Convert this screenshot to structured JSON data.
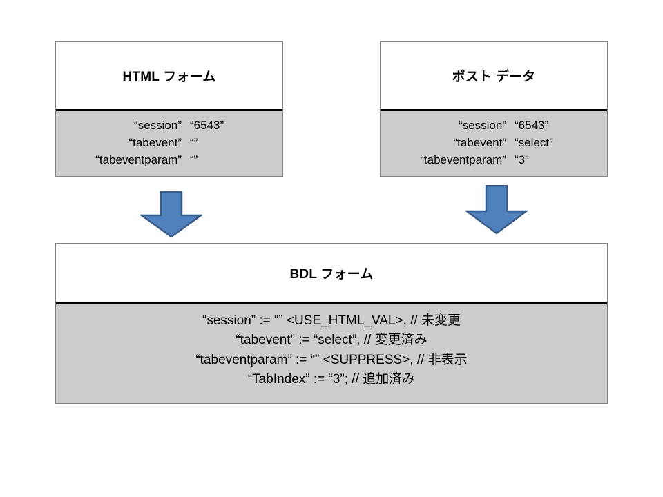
{
  "diagram": {
    "title": "HTML form / post data to BDL form mapping",
    "colors": {
      "box_border": "#808080",
      "box_body_fill": "#CCCCCC",
      "divider": "#000000",
      "arrow_fill": "#4F81BD",
      "arrow_stroke": "#385D8A",
      "text": "#000000",
      "background": "#FFFFFF"
    }
  },
  "html_form_box": {
    "header": "HTML フォーム",
    "rows": [
      {
        "name": "“session”",
        "value": "“6543”"
      },
      {
        "name": "“tabevent”",
        "value": "“”"
      },
      {
        "name": "“tabeventparam”",
        "value": "“”"
      }
    ]
  },
  "post_data_box": {
    "header": "ポスト データ",
    "rows": [
      {
        "name": "“session”",
        "value": "“6543”"
      },
      {
        "name": "“tabevent”",
        "value": "“select”"
      },
      {
        "name": "“tabeventparam”",
        "value": "“3”"
      }
    ]
  },
  "bdl_form_box": {
    "header": "BDL フォーム",
    "statements": [
      "“session” :=  “” <USE_HTML_VAL>, // 未変更",
      "“tabevent” := “select”, //  変更済み",
      "“tabeventparam” := “” <SUPPRESS>, // 非表示",
      "“TabIndex” := “3”; // 追加済み"
    ]
  },
  "arrows": [
    {
      "name": "arrow-html-form-to-bdl",
      "direction": "down"
    },
    {
      "name": "arrow-post-data-to-bdl",
      "direction": "down"
    }
  ]
}
